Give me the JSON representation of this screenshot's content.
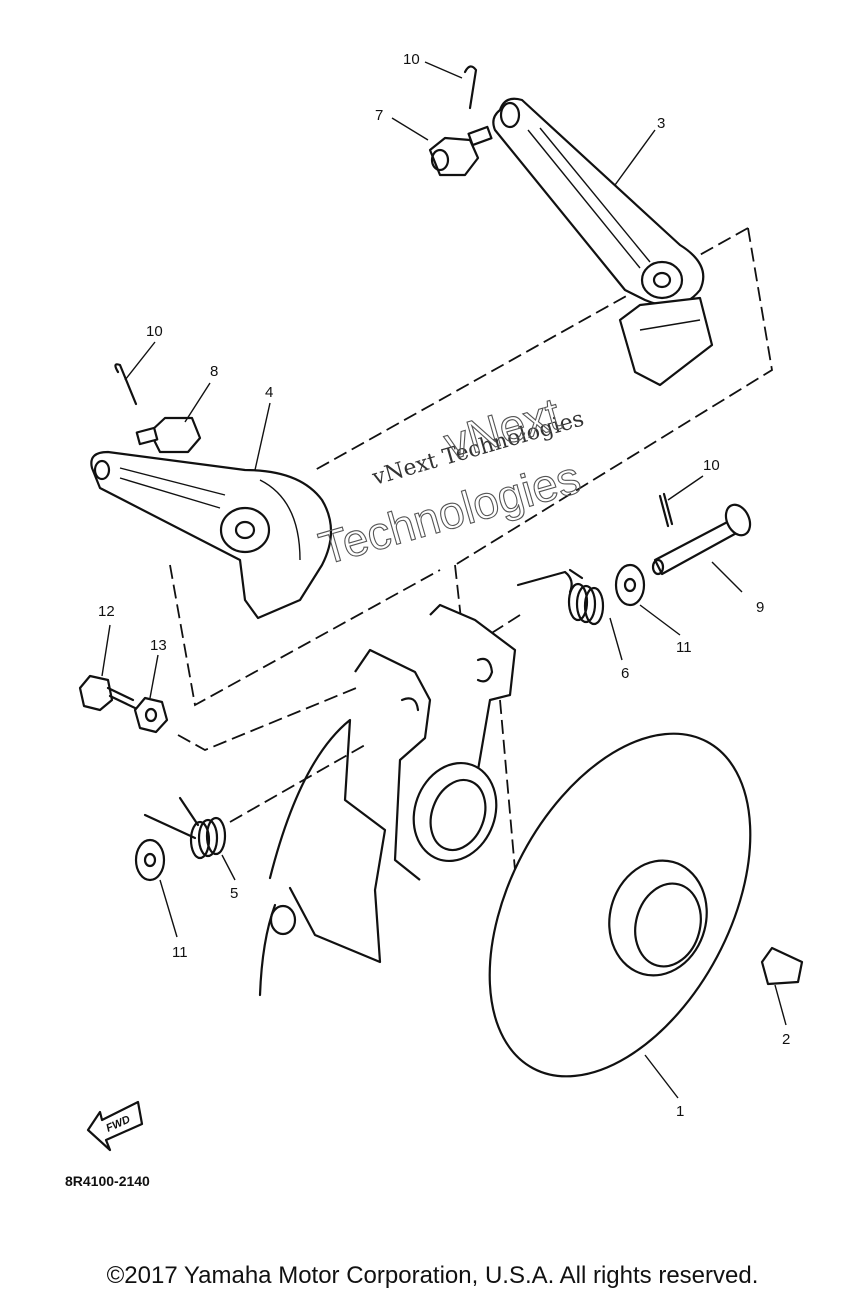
{
  "callouts": [
    "1",
    "2",
    "3",
    "4",
    "5",
    "6",
    "7",
    "8",
    "9",
    "10",
    "11",
    "12",
    "13"
  ],
  "watermark": {
    "line1": "vNext Technologies",
    "line2a": "vNext",
    "line2b": "Technologies"
  },
  "fwd_label": "FWD",
  "diagram_code": "8R4100-2140",
  "copyright": "©2017 Yamaha Motor Corporation, U.S.A. All rights reserved."
}
